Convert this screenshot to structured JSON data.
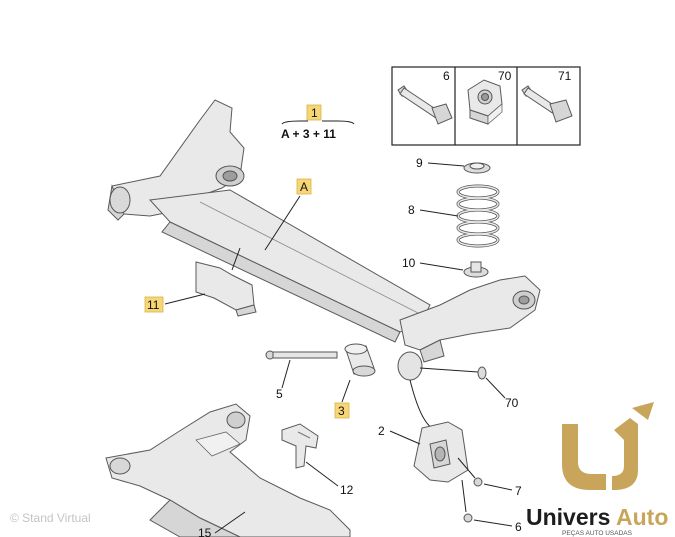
{
  "callouts": {
    "c1": "1",
    "formula": "A + 3 + 11",
    "cA": "A",
    "c11": "11",
    "c3": "3",
    "c2": "2",
    "c5": "5",
    "c6a": "6",
    "c6b": "6",
    "c70a": "70",
    "c70b": "70",
    "c71a": "71",
    "c71b": "7",
    "c8": "8",
    "c9": "9",
    "c10": "10",
    "c12": "12",
    "c15": "15"
  },
  "logo": {
    "brand_word_1": "Univers",
    "brand_word_2": "Auto",
    "subtitle": "PEÇAS AUTO USADAS",
    "gold": "#c8a55a",
    "dark": "#1d1d1d"
  },
  "watermark": "© Stand Virtual",
  "colors": {
    "highlight_tag": "#f6d675",
    "part_fill": "#e9e9e9",
    "outline": "#5a5a5a"
  }
}
